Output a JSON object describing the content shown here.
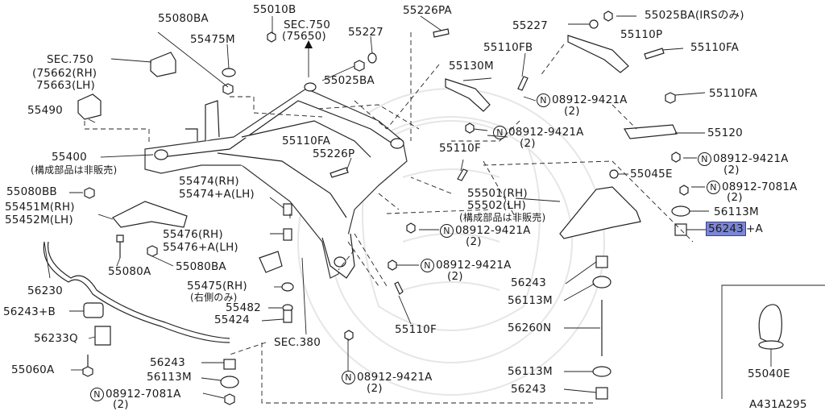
{
  "diagram_id": "A431A295",
  "highlight_part": "56243",
  "labels": {
    "p55080BA_top": "55080BA",
    "p55010B": "55010B",
    "sec750_top": "SEC.750",
    "sec750_top_sub": "(75650)",
    "p55226PA": "55226PA",
    "p55227_a": "55227",
    "p55227_b": "55227",
    "p55025BA_irs": "55025BA(IRSのみ)",
    "p55475M": "55475M",
    "p55110P": "55110P",
    "sec750_left": "SEC.750",
    "sec750_left_rh": "(75662(RH)",
    "sec750_left_lh": "75663(LH)",
    "p55025BA": "55025BA",
    "p55110FB": "55110FB",
    "p55110FA_r1": "55110FA",
    "p55130M": "55130M",
    "bolt_08912_9421A_1": "08912-9421A",
    "bolt_08912_9421A_1_q": "(2)",
    "p55110FA_r2": "55110FA",
    "p55490": "55490",
    "bolt_08912_9421A_2": "08912-9421A",
    "bolt_08912_9421A_2_q": "(2)",
    "p55110FA_c": "55110FA",
    "p55226P": "55226P",
    "p55120": "55120",
    "p55400": "55400",
    "p55400_note": "(構成部品は非販売)",
    "p55110F_top": "55110F",
    "bolt_08912_9421A_3": "08912-9421A",
    "bolt_08912_9421A_3_q": "(2)",
    "p55045E": "55045E",
    "p55080BB": "55080BB",
    "p55474_rh": "55474(RH)",
    "p55474_lh": "55474+A(LH)",
    "p55501_rh": "55501(RH)",
    "p55502_lh": "55502(LH)",
    "p55501_note": "(構成部品は非販売)",
    "bolt_08912_7081A_1": "08912-7081A",
    "bolt_08912_7081A_1_q": "(2)",
    "p55451M": "55451M(RH)",
    "p55452M": "55452M(LH)",
    "p56113M_r": "56113M",
    "p55476_rh": "55476(RH)",
    "p55476_lh": "55476+A(LH)",
    "bolt_08912_9421A_4": "08912-9421A",
    "bolt_08912_9421A_4_q": "(2)",
    "p56243A": "56243",
    "p56243A_suffix": "+A",
    "p55080A": "55080A",
    "p55080BA_mid": "55080BA",
    "bolt_08912_9421A_5": "08912-9421A",
    "bolt_08912_9421A_5_q": "(2)",
    "p56230": "56230",
    "p55475_rh": "55475(RH)",
    "p55475_note": "(右側のみ)",
    "p56243_mid": "56243",
    "p56243B": "56243+B",
    "p56113M_mid": "56113M",
    "p55482": "55482",
    "p55424": "55424",
    "p56233Q": "56233Q",
    "p55110F_bot": "55110F",
    "p56260N": "56260N",
    "sec380": "SEC.380",
    "p55060A": "55060A",
    "p56243_bl": "56243",
    "p56113M_bl": "56113M",
    "bolt_08912_9421A_6": "08912-9421A",
    "bolt_08912_9421A_6_q": "(2)",
    "p56113M_b": "56113M",
    "p55040E": "55040E",
    "bolt_08912_7081A_2": "08912-7081A",
    "bolt_08912_7081A_2_q": "(2)",
    "p56243_b": "56243",
    "n_symbol": "N"
  }
}
